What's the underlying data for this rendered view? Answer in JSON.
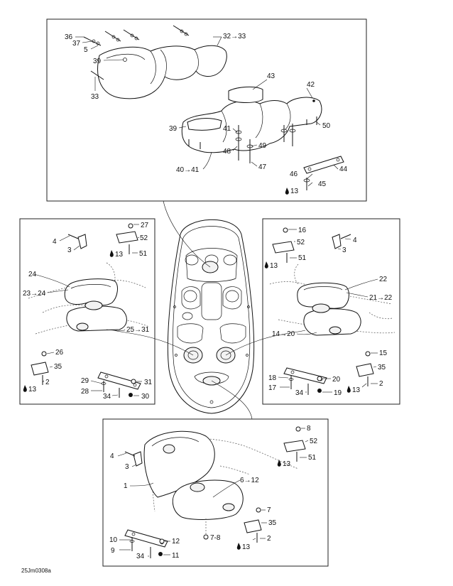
{
  "drawing_code": "25Jm0308a",
  "labels": {
    "top": [
      "36",
      "37",
      "5",
      "39",
      "33",
      "32→33",
      "43",
      "42",
      "39",
      "41",
      "50",
      "48",
      "49",
      "47",
      "40→41",
      "44",
      "46",
      "13",
      "45"
    ],
    "left": [
      "27",
      "4",
      "52",
      "3",
      "13",
      "51",
      "24",
      "23→24",
      "25→31",
      "26",
      "35",
      "2",
      "13",
      "29",
      "31",
      "28",
      "34",
      "30"
    ],
    "right": [
      "16",
      "4",
      "52",
      "3",
      "13",
      "51",
      "22",
      "21→22",
      "14→20",
      "15",
      "35",
      "18",
      "20",
      "17",
      "34",
      "19",
      "13",
      "2"
    ],
    "bottom": [
      "8",
      "52",
      "4",
      "3",
      "13",
      "51",
      "6→12",
      "1",
      "7",
      "35",
      "10",
      "12",
      "7-8",
      "9",
      "34",
      "11",
      "13",
      "2"
    ]
  }
}
